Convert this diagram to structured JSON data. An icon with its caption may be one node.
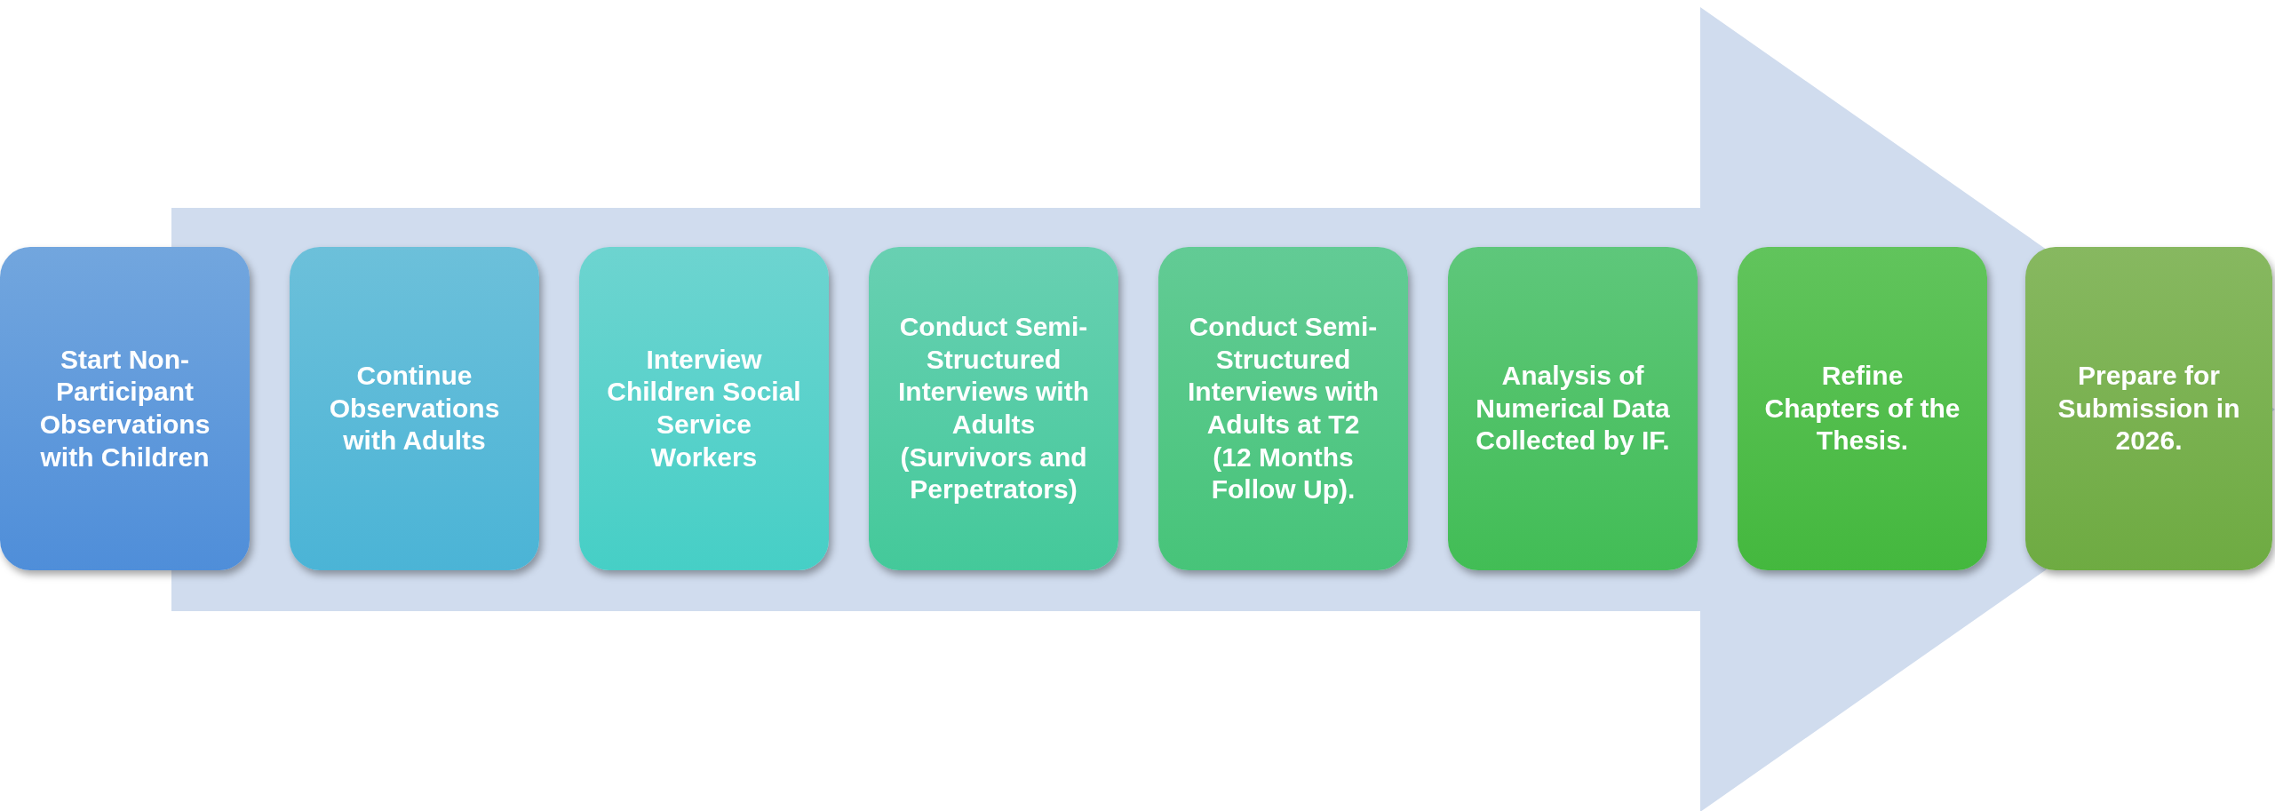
{
  "diagram": {
    "nodes": [
      {
        "text": [
          "Start Non-Participant Observations with Children"
        ]
      },
      {
        "text": [
          "Continue Observations with Adults"
        ]
      },
      {
        "text": [
          "Interview Children Social Service Workers"
        ]
      },
      {
        "text": [
          "Conduct Semi-Structured Interviews with Adults (Survivors and Perpetrators)"
        ]
      },
      {
        "text": [
          "Conduct Semi-Structured Interviews with Adults at T2 (12 Months Follow Up)."
        ]
      },
      {
        "text": [
          "Analysis of Numerical Data Collected by IF."
        ]
      },
      {
        "text": [
          "Refine Chapters of the Thesis."
        ]
      },
      {
        "text": [
          "Prepare for Submission in 2026."
        ]
      }
    ],
    "edges": [
      {
        "from": 0,
        "to": 7,
        "arrow": "to",
        "style": "thick"
      }
    ]
  }
}
